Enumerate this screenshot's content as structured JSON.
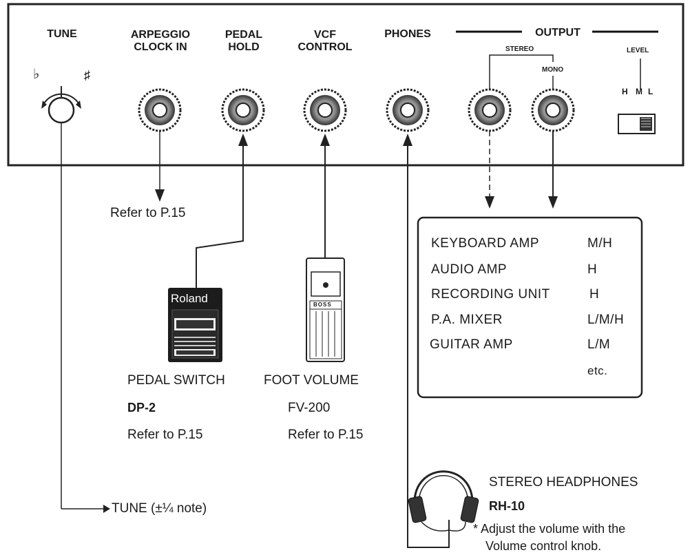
{
  "panel": {
    "tune": "TUNE",
    "arpeggio_line1": "ARPEGGIO",
    "arpeggio_line2": "CLOCK IN",
    "pedal_line1": "PEDAL",
    "pedal_line2": "HOLD",
    "vcf_line1": "VCF",
    "vcf_line2": "CONTROL",
    "phones": "PHONES",
    "output": "OUTPUT",
    "stereo": "STEREO",
    "mono": "MONO",
    "level": "LEVEL",
    "level_h": "H",
    "level_m": "M",
    "level_l": "L",
    "flat": "♭",
    "sharp": "♯"
  },
  "refer_arpeggio": "Refer to P.15",
  "pedal_switch": {
    "brand": "Roland",
    "name": "PEDAL SWITCH",
    "model": "DP-2",
    "refer": "Refer to P.15"
  },
  "foot_volume": {
    "brand": "BOSS",
    "name": "FOOT VOLUME",
    "model": "FV-200",
    "refer": "Refer to P.15"
  },
  "output_table": {
    "rows": [
      {
        "device": "KEYBOARD AMP",
        "level": "M/H"
      },
      {
        "device": "AUDIO AMP",
        "level": "H"
      },
      {
        "device": "RECORDING UNIT",
        "level": "H"
      },
      {
        "device": "P.A. MIXER",
        "level": "L/M/H"
      },
      {
        "device": "GUITAR  AMP",
        "level": "L/M"
      },
      {
        "device": "",
        "level": "etc."
      }
    ]
  },
  "tune_note": "TUNE (±¼ note)",
  "headphones": {
    "name": "STEREO HEADPHONES",
    "model": "RH-10",
    "note_line1": "* Adjust the volume with the",
    "note_line2": "Volume control knob."
  }
}
